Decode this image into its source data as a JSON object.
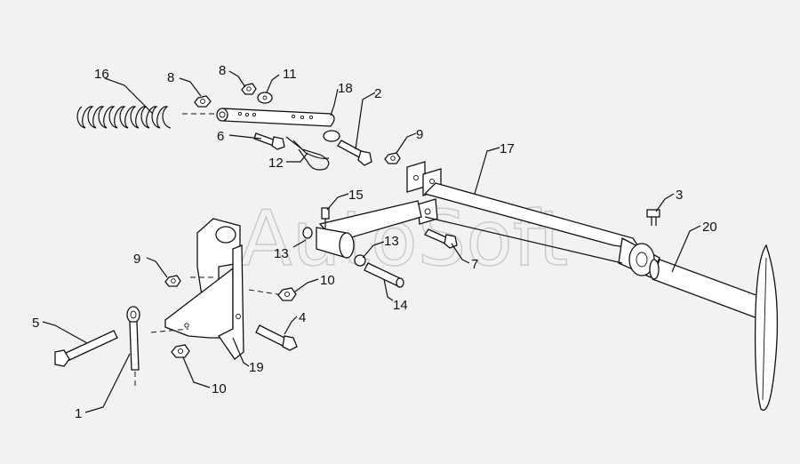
{
  "watermark": "AutoSoft",
  "callouts": [
    {
      "id": "c1",
      "label": "1"
    },
    {
      "id": "c2",
      "label": "2"
    },
    {
      "id": "c3",
      "label": "3"
    },
    {
      "id": "c4",
      "label": "4"
    },
    {
      "id": "c5",
      "label": "5"
    },
    {
      "id": "c6",
      "label": "6"
    },
    {
      "id": "c7",
      "label": "7"
    },
    {
      "id": "c8a",
      "label": "8"
    },
    {
      "id": "c8b",
      "label": "8"
    },
    {
      "id": "c9a",
      "label": "9"
    },
    {
      "id": "c9b",
      "label": "9"
    },
    {
      "id": "c10a",
      "label": "10"
    },
    {
      "id": "c10b",
      "label": "10"
    },
    {
      "id": "c11",
      "label": "11"
    },
    {
      "id": "c12",
      "label": "12"
    },
    {
      "id": "c13a",
      "label": "13"
    },
    {
      "id": "c13b",
      "label": "13"
    },
    {
      "id": "c14",
      "label": "14"
    },
    {
      "id": "c15",
      "label": "15"
    },
    {
      "id": "c16",
      "label": "16"
    },
    {
      "id": "c17",
      "label": "17"
    },
    {
      "id": "c18",
      "label": "18"
    },
    {
      "id": "c19",
      "label": "19"
    },
    {
      "id": "c20",
      "label": "20"
    }
  ]
}
